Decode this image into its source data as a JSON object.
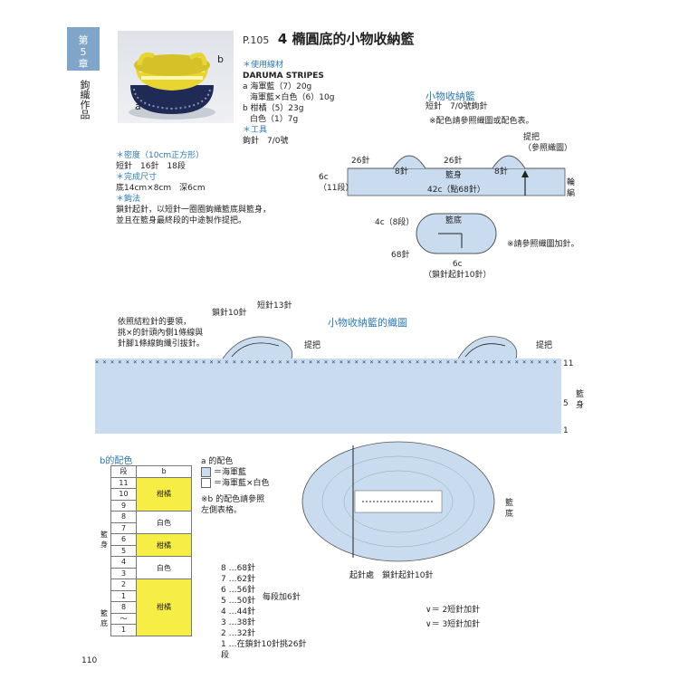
{
  "chapter_tab": {
    "line1": "第",
    "line2": "5",
    "line3": "章"
  },
  "chapter_side": "鉤織作品",
  "photo_labels": {
    "a": "a",
    "b": "b"
  },
  "header": {
    "page_ref": "P.105",
    "title": "4 橢圓底的小物收納籃"
  },
  "materials": {
    "heading": "＊使用線材",
    "yarn": "DARUMA STRIPES",
    "a1": "a 海軍藍（7）20g",
    "a2": "海軍藍×白色（6）10g",
    "b1": "b 柑橘（5）23g",
    "b2": "白色（1）7g",
    "tools_heading": "＊工具",
    "tools": "鉤針　7/0號"
  },
  "gauge": {
    "heading": "＊密度（10cm正方形）",
    "value": "短針　16針　18段",
    "size_heading": "＊完成尺寸",
    "size": "底14cm×8cm　深6cm",
    "method_heading": "＊鉤法",
    "method1": "鎖針起針，以短針一圈圈鉤織籃底與籃身，",
    "method2": "並且在籃身最終段的中途製作提把。"
  },
  "schematic": {
    "title": "小物收納籃",
    "subtitle": "短針　7/0號鉤針",
    "note": "※配色請參照織圖或配色表。",
    "handle_label": "提把\n（參照織圖）",
    "m26a": "26針",
    "m8a": "8針",
    "m26b": "26針",
    "m8b": "8針",
    "body": "籃身",
    "height": "6c\n（11段）",
    "m42": "42c（點68針）",
    "join": "輪編",
    "base": "籃底",
    "base_h": "4c（8段）",
    "base_w": "6c\n（鎖針起針10針）",
    "m68": "68針",
    "note2": "※請參照織圖加針。"
  },
  "chart": {
    "title": "小物收納籃的織圖",
    "chain10": "鎖針10針",
    "sc13": "短針13針",
    "note": "依照結粒針的要領，\n挑×的針頭內側1條線與\n針腳1條線鉤纖引拔針。",
    "handle_a": "提把",
    "handle_b": "提把",
    "row_top": "11",
    "row_mid": "5",
    "row_bot": "1",
    "body_side": "籃身",
    "base_side": "籃底",
    "start": "起針處　鎖針起針10針"
  },
  "color_table": {
    "title": "b的配色",
    "head_row": "段",
    "head_b": "b",
    "body_label": "籃身",
    "base_label": "籃底",
    "rows": [
      {
        "n": "11",
        "c": ""
      },
      {
        "n": "10",
        "c": "柑橘"
      },
      {
        "n": "9",
        "c": ""
      },
      {
        "n": "8",
        "c": ""
      },
      {
        "n": "7",
        "c": "白色"
      },
      {
        "n": "6",
        "c": ""
      },
      {
        "n": "5",
        "c": "柑橘"
      },
      {
        "n": "4",
        "c": ""
      },
      {
        "n": "3",
        "c": "白色"
      },
      {
        "n": "2",
        "c": ""
      },
      {
        "n": "1",
        "c": ""
      },
      {
        "n": "8",
        "c": "柑橘"
      },
      {
        "n": "～",
        "c": ""
      },
      {
        "n": "1",
        "c": ""
      }
    ]
  },
  "legend_a": {
    "heading": "a 的配色",
    "navy": "＝海軍藍",
    "mix": "＝海軍藍×白色",
    "note": "※b 的配色請參照\n左側表格。"
  },
  "stitch_counts": [
    "8 …68針",
    "7 …62針",
    "6 …56針",
    "5 …50針",
    "4 …44針",
    "3 …38針",
    "2 …32針",
    "1 …在鎖針10針挑26針"
  ],
  "stitch_extra": {
    "add": "每段加6針",
    "row": "段"
  },
  "symbols": {
    "s2": "＝ 2短針加針",
    "s3": "＝ 3短針加針"
  },
  "page_number": "110",
  "colors": {
    "tab": "#7fa6c9",
    "grid": "#c9dcef",
    "yellow": "#f7ee45",
    "accent": "#2a78b5"
  }
}
